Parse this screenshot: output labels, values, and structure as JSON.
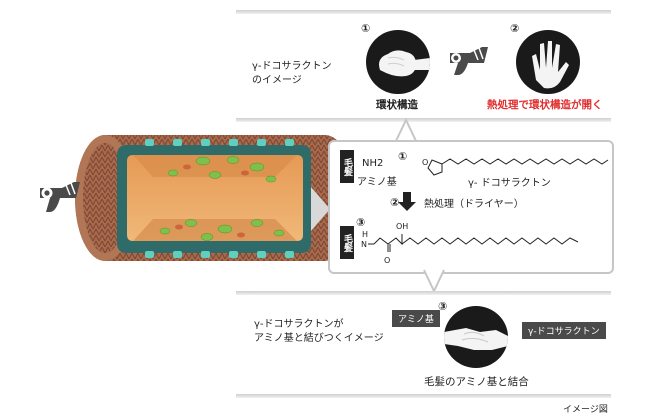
{
  "top_panel": {
    "title": "γ-ドコサラクトン\nのイメージ",
    "step1_num": "①",
    "step2_num": "②",
    "label1": "環状構造",
    "label2": "熱処理で環状構造が開く"
  },
  "middle_box": {
    "hair_tag1": "毛髪",
    "hair_tag2": "毛髪",
    "nh2": "NH2",
    "amino": "アミノ基",
    "step1_num": "①",
    "step2_num": "②",
    "step3_num": "③",
    "compound": "γ- ドコサラクトン",
    "heat": "熱処理（ドライヤー）",
    "o_label": "O",
    "oh_label": "OH",
    "n_label": "N",
    "h_label": "H"
  },
  "bottom_panel": {
    "title": "γ-ドコサラクトンが\nアミノ基と結びつくイメージ",
    "step3_num": "③",
    "amino_pill": "アミノ基",
    "lactone_pill": "γ-ドコサラクトン",
    "caption": "毛髪のアミノ基と結合"
  },
  "footer": {
    "label": "イメージ図"
  },
  "colors": {
    "accent_red": "#e03030",
    "hair_brown": "#9c5a3c",
    "inner_orange": "#e8a060",
    "teal": "#4ec3b5"
  }
}
